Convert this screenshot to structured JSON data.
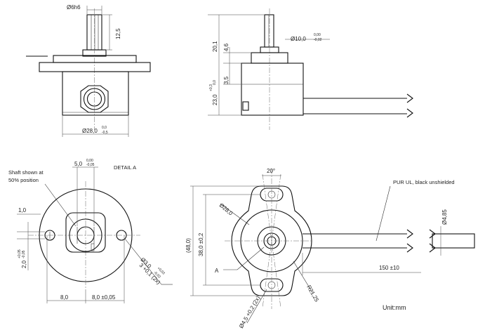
{
  "unit_note": "Unit:mm",
  "top_left": {
    "shaft_diameter": "Ø6h6",
    "shaft_length": "12,5",
    "body_diameter": "Ø28,0",
    "body_diameter_tol_upper": "0,0",
    "body_diameter_tol_lower": "-0,5"
  },
  "top_right": {
    "overall_height": "20,1",
    "shaft_step": "4,6",
    "flange_height": "3,5",
    "body_height": "23,0",
    "body_height_tol_upper": "+0,3",
    "body_height_tol_lower": "0,0",
    "collar_diameter": "Ø10,0",
    "collar_tol_upper": "0,00",
    "collar_tol_lower": "-0,02"
  },
  "bottom_left": {
    "shaft_note_line1": "Shaft shown at",
    "shaft_note_line2": "50% position",
    "detail_label": "DETAIL  A",
    "flat_width": "5,0",
    "flat_tol_upper": "0,00",
    "flat_tol_lower": "-0,05",
    "pin_offset": "1,0",
    "pin_height": "2,0",
    "pin_height_tol_upper": "+0,05",
    "pin_height_tol_lower": "-0,05",
    "hole_diameter": "Ø3,0",
    "hole_tol_upper": "+0,03",
    "hole_tol_lower": "-0,02",
    "hole_depth": "3 +0,1 (2x)",
    "spacing_left": "8,0",
    "spacing_right": "8,0 ±0,05"
  },
  "bottom_right": {
    "cable_note": "PUR UL, black unshielded",
    "angle": "20°",
    "pcd": "Ø28,0",
    "total_length": "(48,0)",
    "hole_distance": "38,0 ±0,2",
    "detail_marker": "A",
    "cable_length": "150 ±10",
    "cable_diameter": "Ø4,85",
    "radius": "R21,25",
    "slot_diameter": "Ø4,5 +0,2 (2x)"
  }
}
